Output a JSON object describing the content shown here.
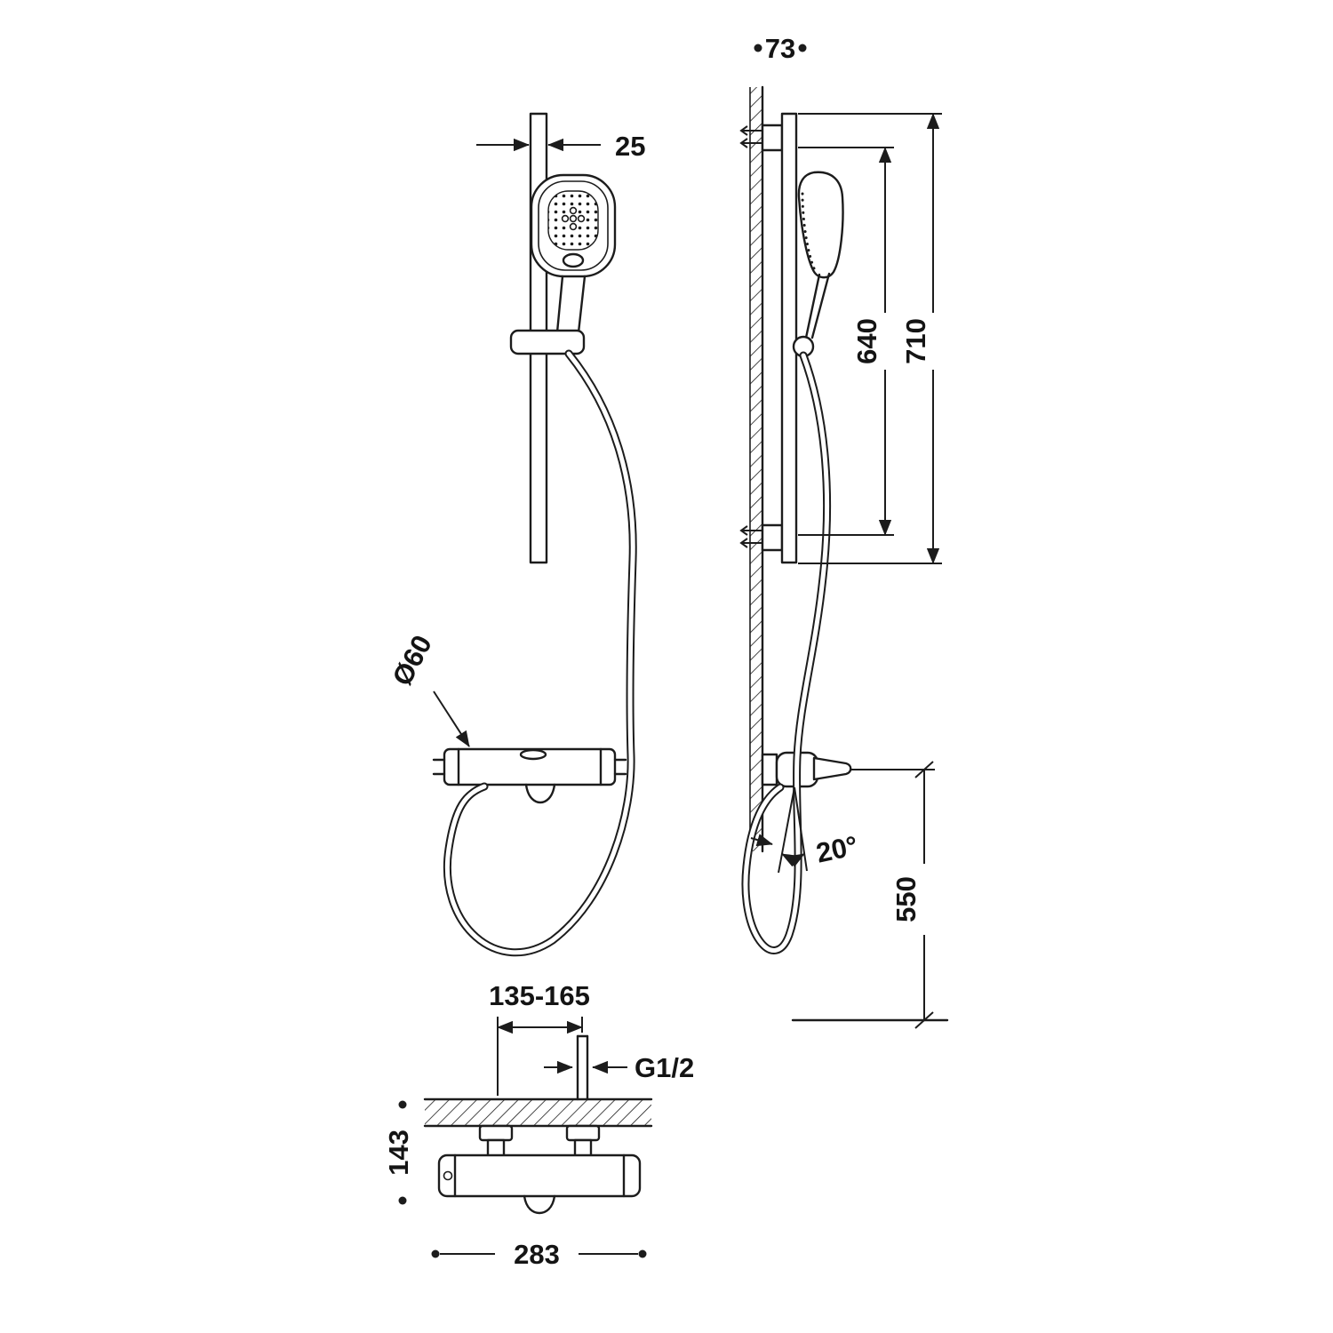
{
  "drawing": {
    "kind": "technical-dimension-drawing",
    "views": [
      "front",
      "side",
      "bottom"
    ],
    "colors": {
      "line": "#1c1c1c",
      "background": "#ffffff"
    }
  },
  "dims": {
    "bar_width": "25",
    "wall_offset": "73",
    "fixing_span": "640",
    "rail_length": "710",
    "diameter": "Ø60",
    "angle": "20°",
    "height": "550",
    "inlet_span": "135-165",
    "thread": "G1/2",
    "depth": "143",
    "width": "283"
  }
}
